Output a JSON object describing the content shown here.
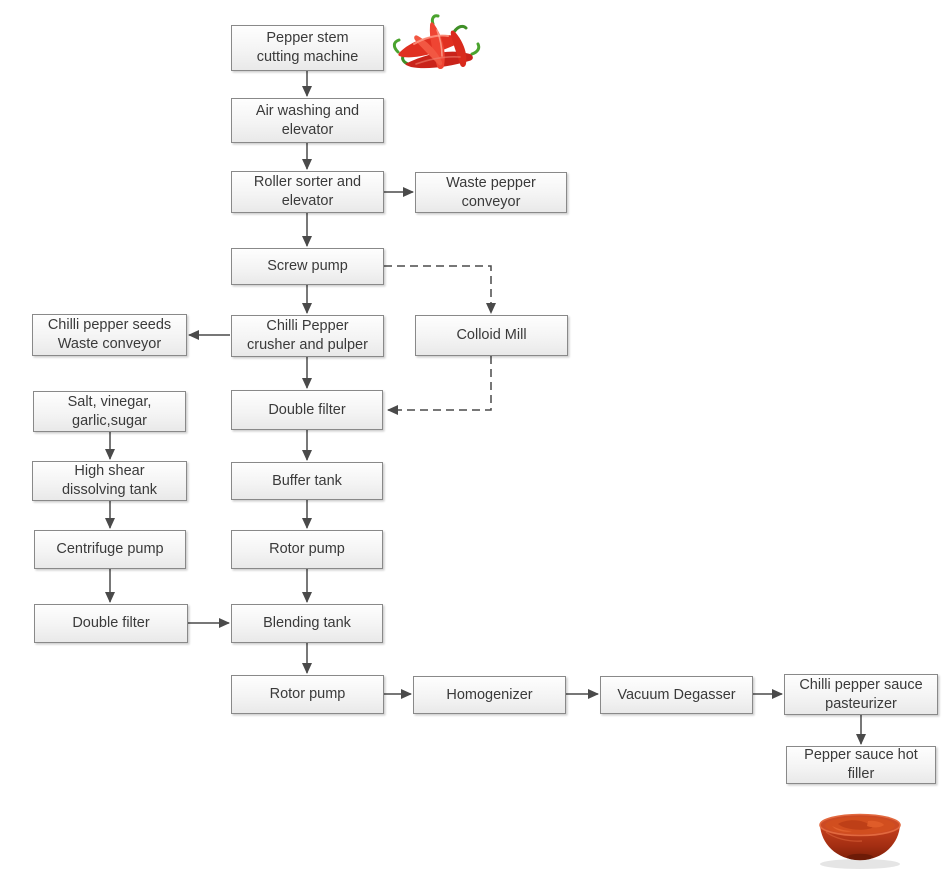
{
  "diagram": {
    "background_color": "#ffffff",
    "node_fill_top": "#fefefe",
    "node_fill_bottom": "#e9e9e9",
    "node_border_color": "#898989",
    "node_text_color": "#3a3a3a",
    "arrow_color": "#4a4a4a",
    "pepper_red": "#d92a1c",
    "stem_green": "#4aa32e",
    "sauce_orange": "#d14e1f"
  },
  "nodes": [
    {
      "id": "pepper-stem-cutting-machine",
      "label": "Pepper stem\ncutting machine"
    },
    {
      "id": "air-washing-elevator",
      "label": "Air washing and\nelevator"
    },
    {
      "id": "roller-sorter-elevator",
      "label": "Roller  sorter and\nelevator"
    },
    {
      "id": "waste-pepper-conveyor",
      "label": "Waste pepper\nconveyor"
    },
    {
      "id": "screw-pump",
      "label": "Screw pump"
    },
    {
      "id": "chilli-pepper-crusher-pulper",
      "label": "Chilli Pepper\ncrusher and pulper"
    },
    {
      "id": "chilli-pepper-seeds-waste-conveyor",
      "label": "Chilli pepper seeds\nWaste  conveyor"
    },
    {
      "id": "colloid-mill",
      "label": "Colloid Mill"
    },
    {
      "id": "double-filter-main",
      "label": "Double filter"
    },
    {
      "id": "salt-vinegar-garlic-sugar",
      "label": "Salt, vinegar,\ngarlic,sugar"
    },
    {
      "id": "high-shear-dissolving-tank",
      "label": "High shear\ndissolving tank"
    },
    {
      "id": "buffer-tank",
      "label": "Buffer tank"
    },
    {
      "id": "centrifuge-pump",
      "label": "Centrifuge pump"
    },
    {
      "id": "rotor-pump-1",
      "label": "Rotor pump"
    },
    {
      "id": "double-filter-side",
      "label": "Double filter"
    },
    {
      "id": "blending-tank",
      "label": "Blending  tank"
    },
    {
      "id": "rotor-pump-2",
      "label": "Rotor pump"
    },
    {
      "id": "homogenizer",
      "label": "Homogenizer"
    },
    {
      "id": "vacuum-degasser",
      "label": "Vacuum Degasser"
    },
    {
      "id": "chilli-pepper-sauce-pasteurizer",
      "label": "Chilli pepper sauce\npasteurizer"
    },
    {
      "id": "pepper-sauce-hot-filler",
      "label": "Pepper sauce hot\nfiller"
    }
  ],
  "edges": [
    {
      "from": "pepper-stem-cutting-machine",
      "to": "air-washing-elevator",
      "style": "solid"
    },
    {
      "from": "air-washing-elevator",
      "to": "roller-sorter-elevator",
      "style": "solid"
    },
    {
      "from": "roller-sorter-elevator",
      "to": "waste-pepper-conveyor",
      "style": "solid"
    },
    {
      "from": "roller-sorter-elevator",
      "to": "screw-pump",
      "style": "solid"
    },
    {
      "from": "screw-pump",
      "to": "chilli-pepper-crusher-pulper",
      "style": "solid"
    },
    {
      "from": "screw-pump",
      "to": "colloid-mill",
      "style": "dashed"
    },
    {
      "from": "chilli-pepper-crusher-pulper",
      "to": "chilli-pepper-seeds-waste-conveyor",
      "style": "solid"
    },
    {
      "from": "chilli-pepper-crusher-pulper",
      "to": "double-filter-main",
      "style": "solid"
    },
    {
      "from": "colloid-mill",
      "to": "double-filter-main",
      "style": "dashed"
    },
    {
      "from": "double-filter-main",
      "to": "buffer-tank",
      "style": "solid"
    },
    {
      "from": "buffer-tank",
      "to": "rotor-pump-1",
      "style": "solid"
    },
    {
      "from": "rotor-pump-1",
      "to": "blending-tank",
      "style": "solid"
    },
    {
      "from": "salt-vinegar-garlic-sugar",
      "to": "high-shear-dissolving-tank",
      "style": "solid"
    },
    {
      "from": "high-shear-dissolving-tank",
      "to": "centrifuge-pump",
      "style": "solid"
    },
    {
      "from": "centrifuge-pump",
      "to": "double-filter-side",
      "style": "solid"
    },
    {
      "from": "double-filter-side",
      "to": "blending-tank",
      "style": "solid"
    },
    {
      "from": "blending-tank",
      "to": "rotor-pump-2",
      "style": "solid"
    },
    {
      "from": "rotor-pump-2",
      "to": "homogenizer",
      "style": "solid"
    },
    {
      "from": "homogenizer",
      "to": "vacuum-degasser",
      "style": "solid"
    },
    {
      "from": "vacuum-degasser",
      "to": "chilli-pepper-sauce-pasteurizer",
      "style": "solid"
    },
    {
      "from": "chilli-pepper-sauce-pasteurizer",
      "to": "pepper-sauce-hot-filler",
      "style": "solid"
    }
  ],
  "images": [
    {
      "id": "chili-peppers-photo",
      "description": "cluster of fresh red chili peppers with green stems"
    },
    {
      "id": "chili-sauce-bowl-photo",
      "description": "bowl filled with red chili pepper sauce"
    }
  ]
}
